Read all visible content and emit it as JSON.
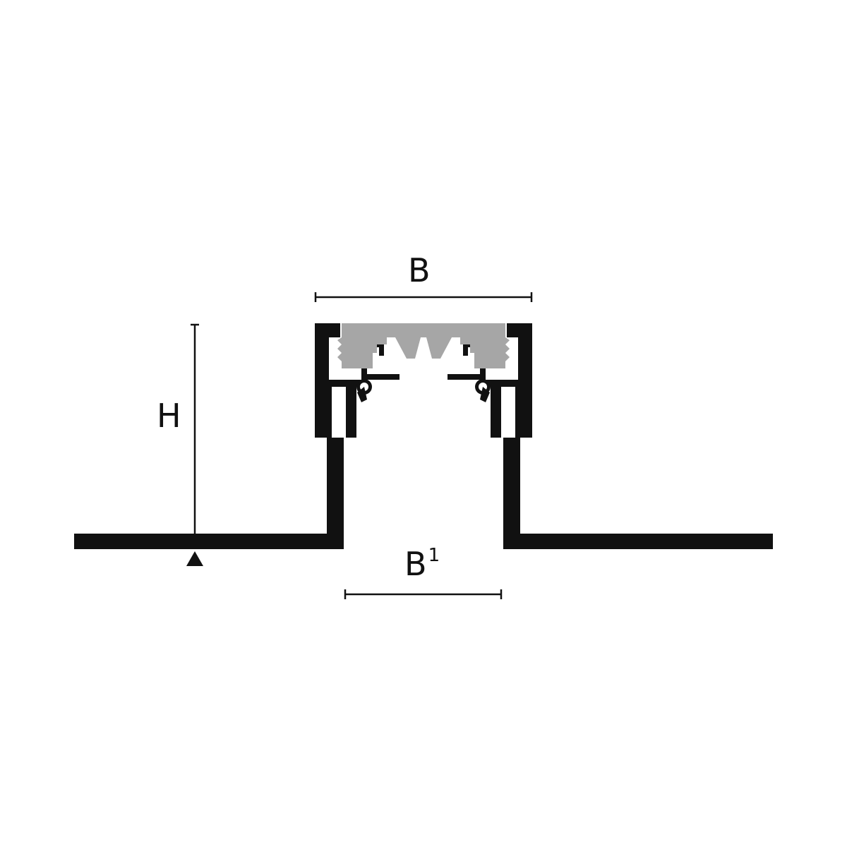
{
  "diagram": {
    "dimension_labels": {
      "width_top": "B",
      "height": "H",
      "width_bottom_base": "B",
      "width_bottom_sup": "1"
    },
    "colors": {
      "profile": "#111111",
      "insert": "#a6a6a6",
      "background": "#ffffff"
    },
    "icons": {
      "base_marker": "triangle-up-icon"
    }
  }
}
